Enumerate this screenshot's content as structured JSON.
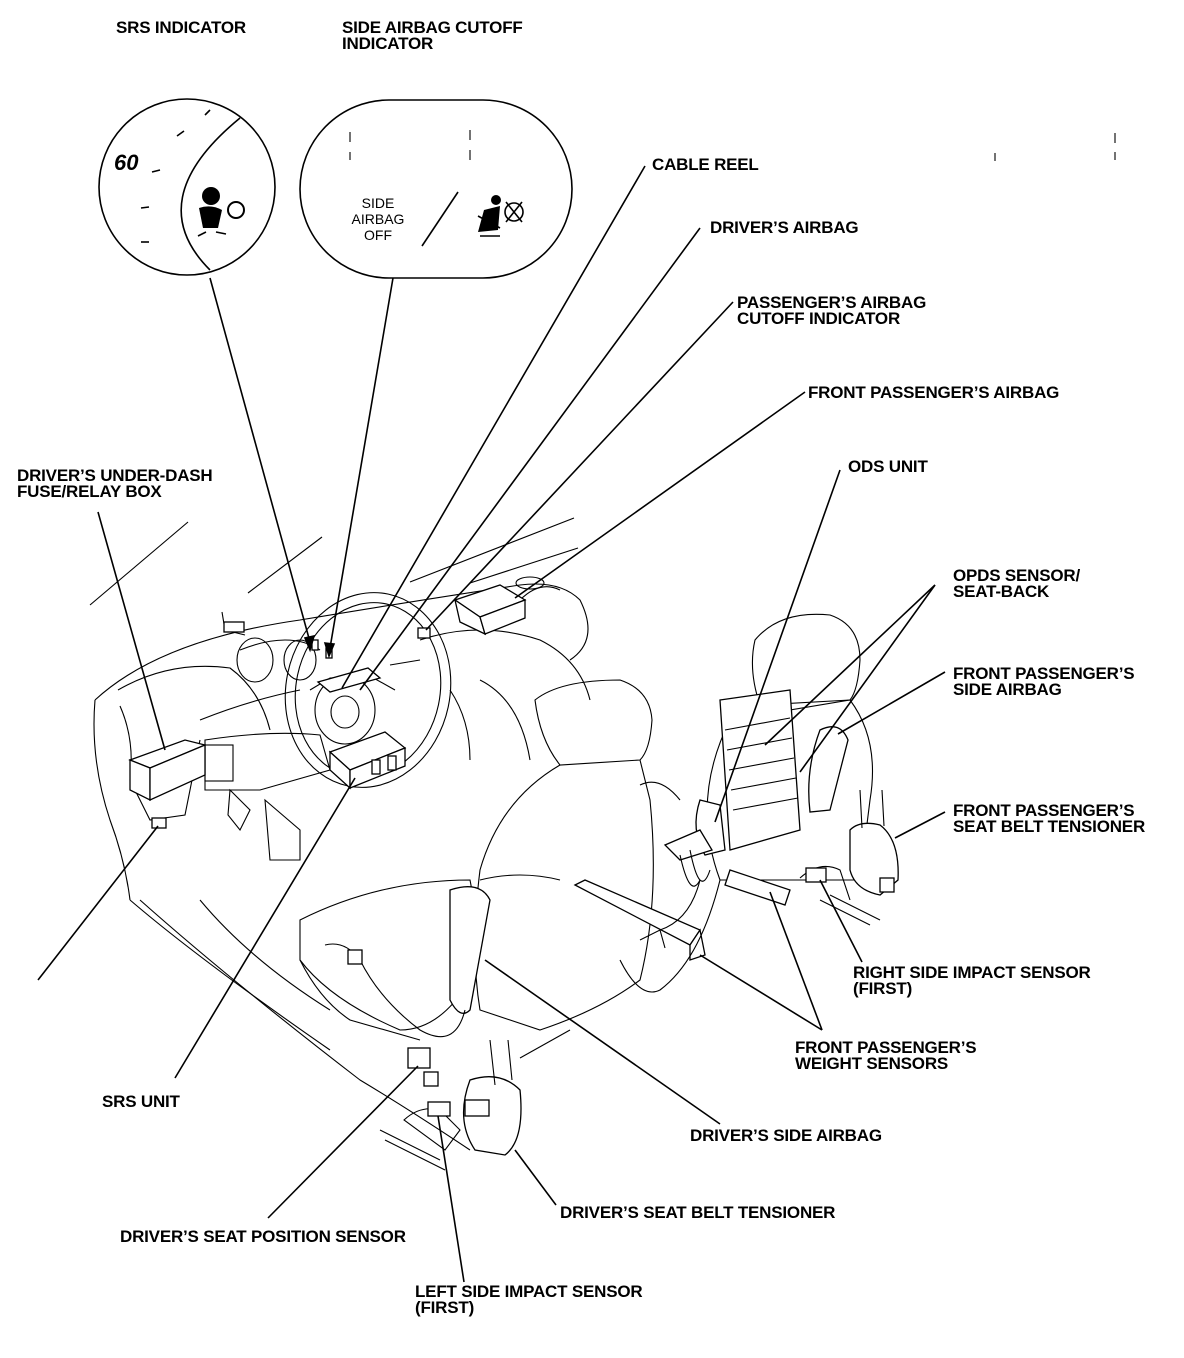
{
  "labels": {
    "srs_indicator": "SRS INDICATOR",
    "side_airbag_cutoff_indicator": [
      "SIDE AIRBAG CUTOFF",
      "INDICATOR"
    ],
    "cable_reel": "CABLE REEL",
    "drivers_airbag": "DRIVER’S AIRBAG",
    "passengers_airbag_cutoff_indicator": [
      "PASSENGER’S AIRBAG",
      "CUTOFF INDICATOR"
    ],
    "front_passengers_airbag": "FRONT PASSENGER’S AIRBAG",
    "drivers_under_dash_fuse_relay_box": [
      "DRIVER’S UNDER-DASH",
      "FUSE/RELAY BOX"
    ],
    "ods_unit": "ODS UNIT",
    "opds_sensor_seat_back": [
      "OPDS SENSOR/",
      "SEAT-BACK"
    ],
    "front_passengers_side_airbag": [
      "FRONT PASSENGER’S",
      "SIDE AIRBAG"
    ],
    "front_passengers_seat_belt_tensioner": [
      "FRONT PASSENGER’S",
      "SEAT BELT TENSIONER"
    ],
    "right_side_impact_sensor": [
      "RIGHT SIDE IMPACT SENSOR",
      "(FIRST)"
    ],
    "front_passengers_weight_sensors": [
      "FRONT PASSENGER’S",
      "WEIGHT SENSORS"
    ],
    "srs_unit": "SRS UNIT",
    "drivers_side_airbag": "DRIVER’S SIDE AIRBAG",
    "drivers_seat_belt_tensioner": "DRIVER’S SEAT BELT TENSIONER",
    "drivers_seat_position_sensor": "DRIVER’S SEAT POSITION SENSOR",
    "left_side_impact_sensor": [
      "LEFT SIDE IMPACT SENSOR",
      "(FIRST)"
    ]
  },
  "gauge": {
    "speed_reading": "60",
    "icon": "airbag-warning-icon"
  },
  "cutoff_panel": {
    "text": [
      "SIDE",
      "AIRBAG",
      "OFF"
    ],
    "icon": "side-airbag-off-icon"
  }
}
